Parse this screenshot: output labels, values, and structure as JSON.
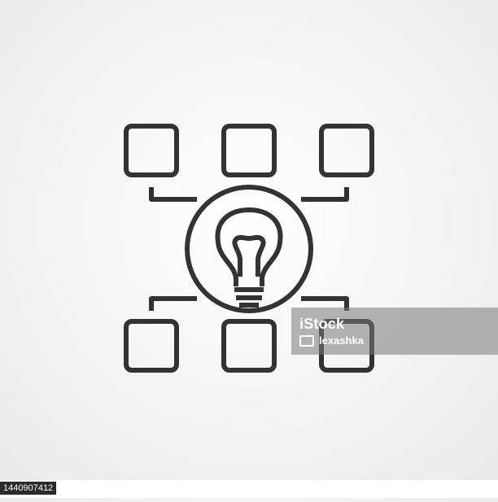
{
  "illustration": {
    "subject": "lightbulb connected to six squares",
    "stroke_color": "#333333",
    "icon_names": [
      "square-icon",
      "lightbulb-icon",
      "connector-icon"
    ]
  },
  "watermark": {
    "brand": "iStock",
    "credit": "lexashka",
    "icon": "camera-icon"
  },
  "footer": {
    "image_id": "1440907412"
  }
}
